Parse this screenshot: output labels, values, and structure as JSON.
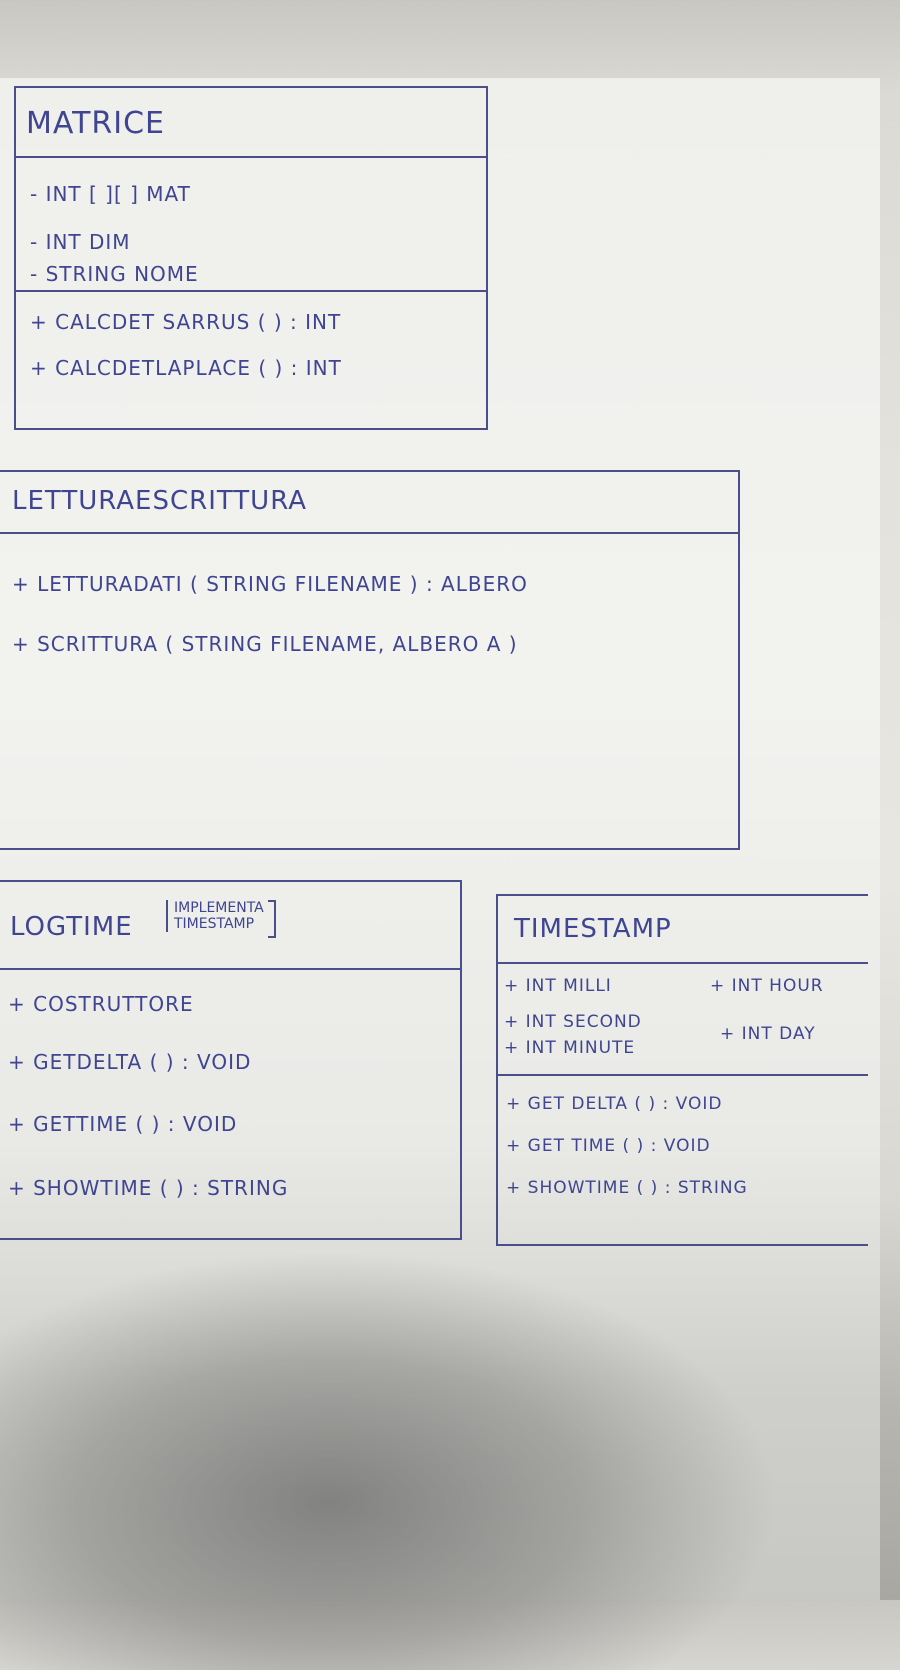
{
  "classes": {
    "matrice": {
      "name": "MATRICE",
      "attributes": [
        "- INT [ ][ ] MAT",
        "- INT DIM",
        "- STRING NOME"
      ],
      "methods": [
        "+ CALCDET SARRUS ( ) : INT",
        "+ CALCDETLAPLACE ( ) : INT"
      ]
    },
    "letturascrittura": {
      "name": "LETTURAESCRITTURA",
      "methods": [
        "+ LETTURADATI ( STRING FILENAME ) : ALBERO",
        "+ SCRITTURA ( STRING FILENAME, ALBERO A )"
      ]
    },
    "logtime": {
      "name": "LOGTIME",
      "note_line1": "IMPLEMENTA",
      "note_line2": "TIMESTAMP",
      "methods": [
        "+ COSTRUTTORE",
        "+ GETDELTA ( ) : VOID",
        "+ GETTIME ( ) : VOID",
        "+ SHOWTIME ( ) : STRING"
      ]
    },
    "timestamp": {
      "name": "TIMESTAMP",
      "attributes_left": [
        "+ INT MILLI",
        "+ INT SECOND",
        "+ INT MINUTE"
      ],
      "attributes_right": [
        "+ INT HOUR",
        "+ INT DAY"
      ],
      "methods": [
        "+ GET DELTA ( ) : VOID",
        "+ GET TIME ( ) : VOID",
        "+ SHOWTIME ( ) : STRING"
      ]
    }
  }
}
